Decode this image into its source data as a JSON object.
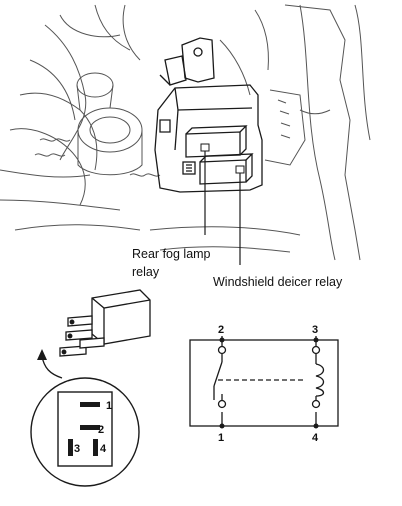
{
  "labels": {
    "rear_fog_line1": "Rear fog lamp",
    "rear_fog_line2": "relay",
    "windshield_deicer": "Windshield deicer relay"
  },
  "connector_pins": [
    "1",
    "2",
    "3",
    "4"
  ],
  "schematic_pins": {
    "top_left": "2",
    "top_right": "3",
    "bottom_left": "1",
    "bottom_right": "4"
  },
  "colors": {
    "line": "#1a1a1a",
    "engine_line": "#555555",
    "background": "#ffffff"
  }
}
